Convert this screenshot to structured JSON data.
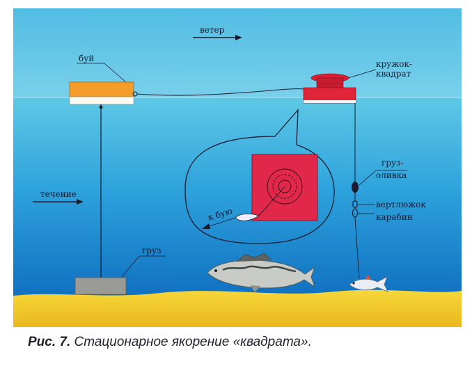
{
  "labels": {
    "wind": "ветер",
    "buoy": "буй",
    "float_line1": "кружок-",
    "float_line2": "квадрат",
    "current": "течение",
    "to_buoy": "к бую",
    "sinker_line1": "груз-",
    "sinker_line2": "оливка",
    "swivel": "вертлюжок",
    "carabiner": "карабин",
    "weight": "груз"
  },
  "caption": {
    "number": "Рис. 7.",
    "text": "Стационарное якорение «квадрата»."
  },
  "colors": {
    "sky": "#5cc3e6",
    "sea_top": "#3fb2e2",
    "sea_bottom": "#1277c4",
    "sand": "#f2cf2a",
    "buoy_orange": "#f59d2a",
    "float_red": "#e0243a",
    "inset_red": "#e2284a",
    "weight_gray": "#9a9a96"
  }
}
